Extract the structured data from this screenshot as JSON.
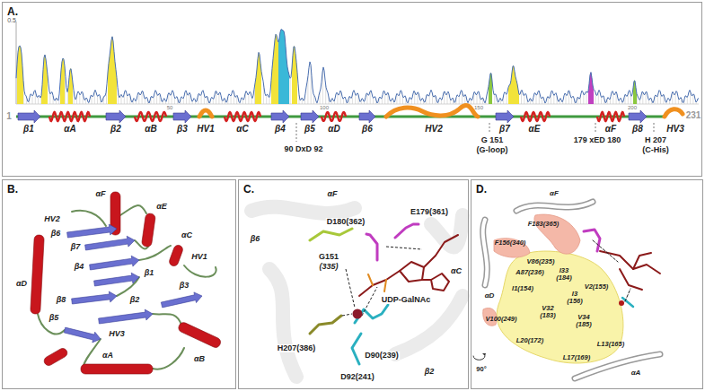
{
  "diagram": {
    "nodes": [
      {
        "text": [
          "A."
        ]
      },
      {
        "text": [
          "B."
        ]
      },
      {
        "text": [
          "C."
        ]
      },
      {
        "text": [
          "D."
        ]
      }
    ],
    "labels": [
      "0.5",
      "50",
      "100",
      "150",
      "200",
      "1",
      "β1",
      "αA",
      "β2",
      "αB",
      "β3",
      "HV1",
      "αC",
      "β4",
      "β5",
      "αD",
      "β6",
      "HV2",
      "β7",
      "αE",
      "αF",
      "β8",
      "HV3",
      "231",
      "90 DxD 92",
      "G 151",
      "(G-loop)",
      "179 xED 180",
      "H 207",
      "(C-His)",
      "αF",
      "αE",
      "HV2",
      "αC",
      "β6",
      "β7",
      "HV1",
      "β4",
      "β1",
      "αD",
      "β3",
      "β8",
      "β2",
      "β5",
      "HV3",
      "αA",
      "αB",
      "αF",
      "E179(361)",
      "D180(362)",
      "β6",
      "G151",
      "(335)",
      "αC",
      "UDP-GalNAc",
      "H207(386)",
      "D90(239)",
      "D92(241)",
      "β2",
      "αF",
      "F183(365)",
      "F156(340)",
      "V86(235)",
      "A87(236)",
      "I33 (184)",
      "V2(155)",
      "I1(154)",
      "I3 (156)",
      "V32 (183)",
      "V34 (185)",
      "V100(249)",
      "L20(172)",
      "L13(165)",
      "L17(169)",
      "αD",
      "αA",
      "90°"
    ]
  }
}
